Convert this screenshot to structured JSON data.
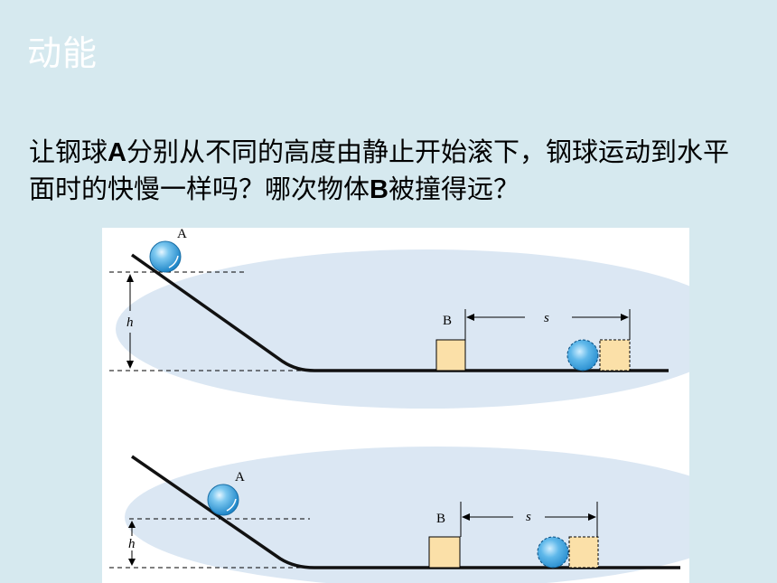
{
  "slide": {
    "title": "动能",
    "question": {
      "part1": "让钢球",
      "bold_a": "A",
      "part2": "分别从不同的高度由静止开始滚下，钢球运动到水平面时的快慢一样吗？哪次物体",
      "bold_b": "B",
      "part3": "被撞得远？"
    }
  },
  "figure": {
    "top": {
      "ball_label": "A",
      "block_label": "B",
      "height_label": "h",
      "distance_label": "s"
    },
    "bottom": {
      "ball_label": "A",
      "block_label": "B",
      "height_label": "h",
      "distance_label": "s"
    }
  },
  "colors": {
    "background": "#d6e9ef",
    "title": "#ffffff",
    "ball": "#3aa6e0",
    "block": "#fbe0a8",
    "shadow": "#dbe7f3"
  }
}
